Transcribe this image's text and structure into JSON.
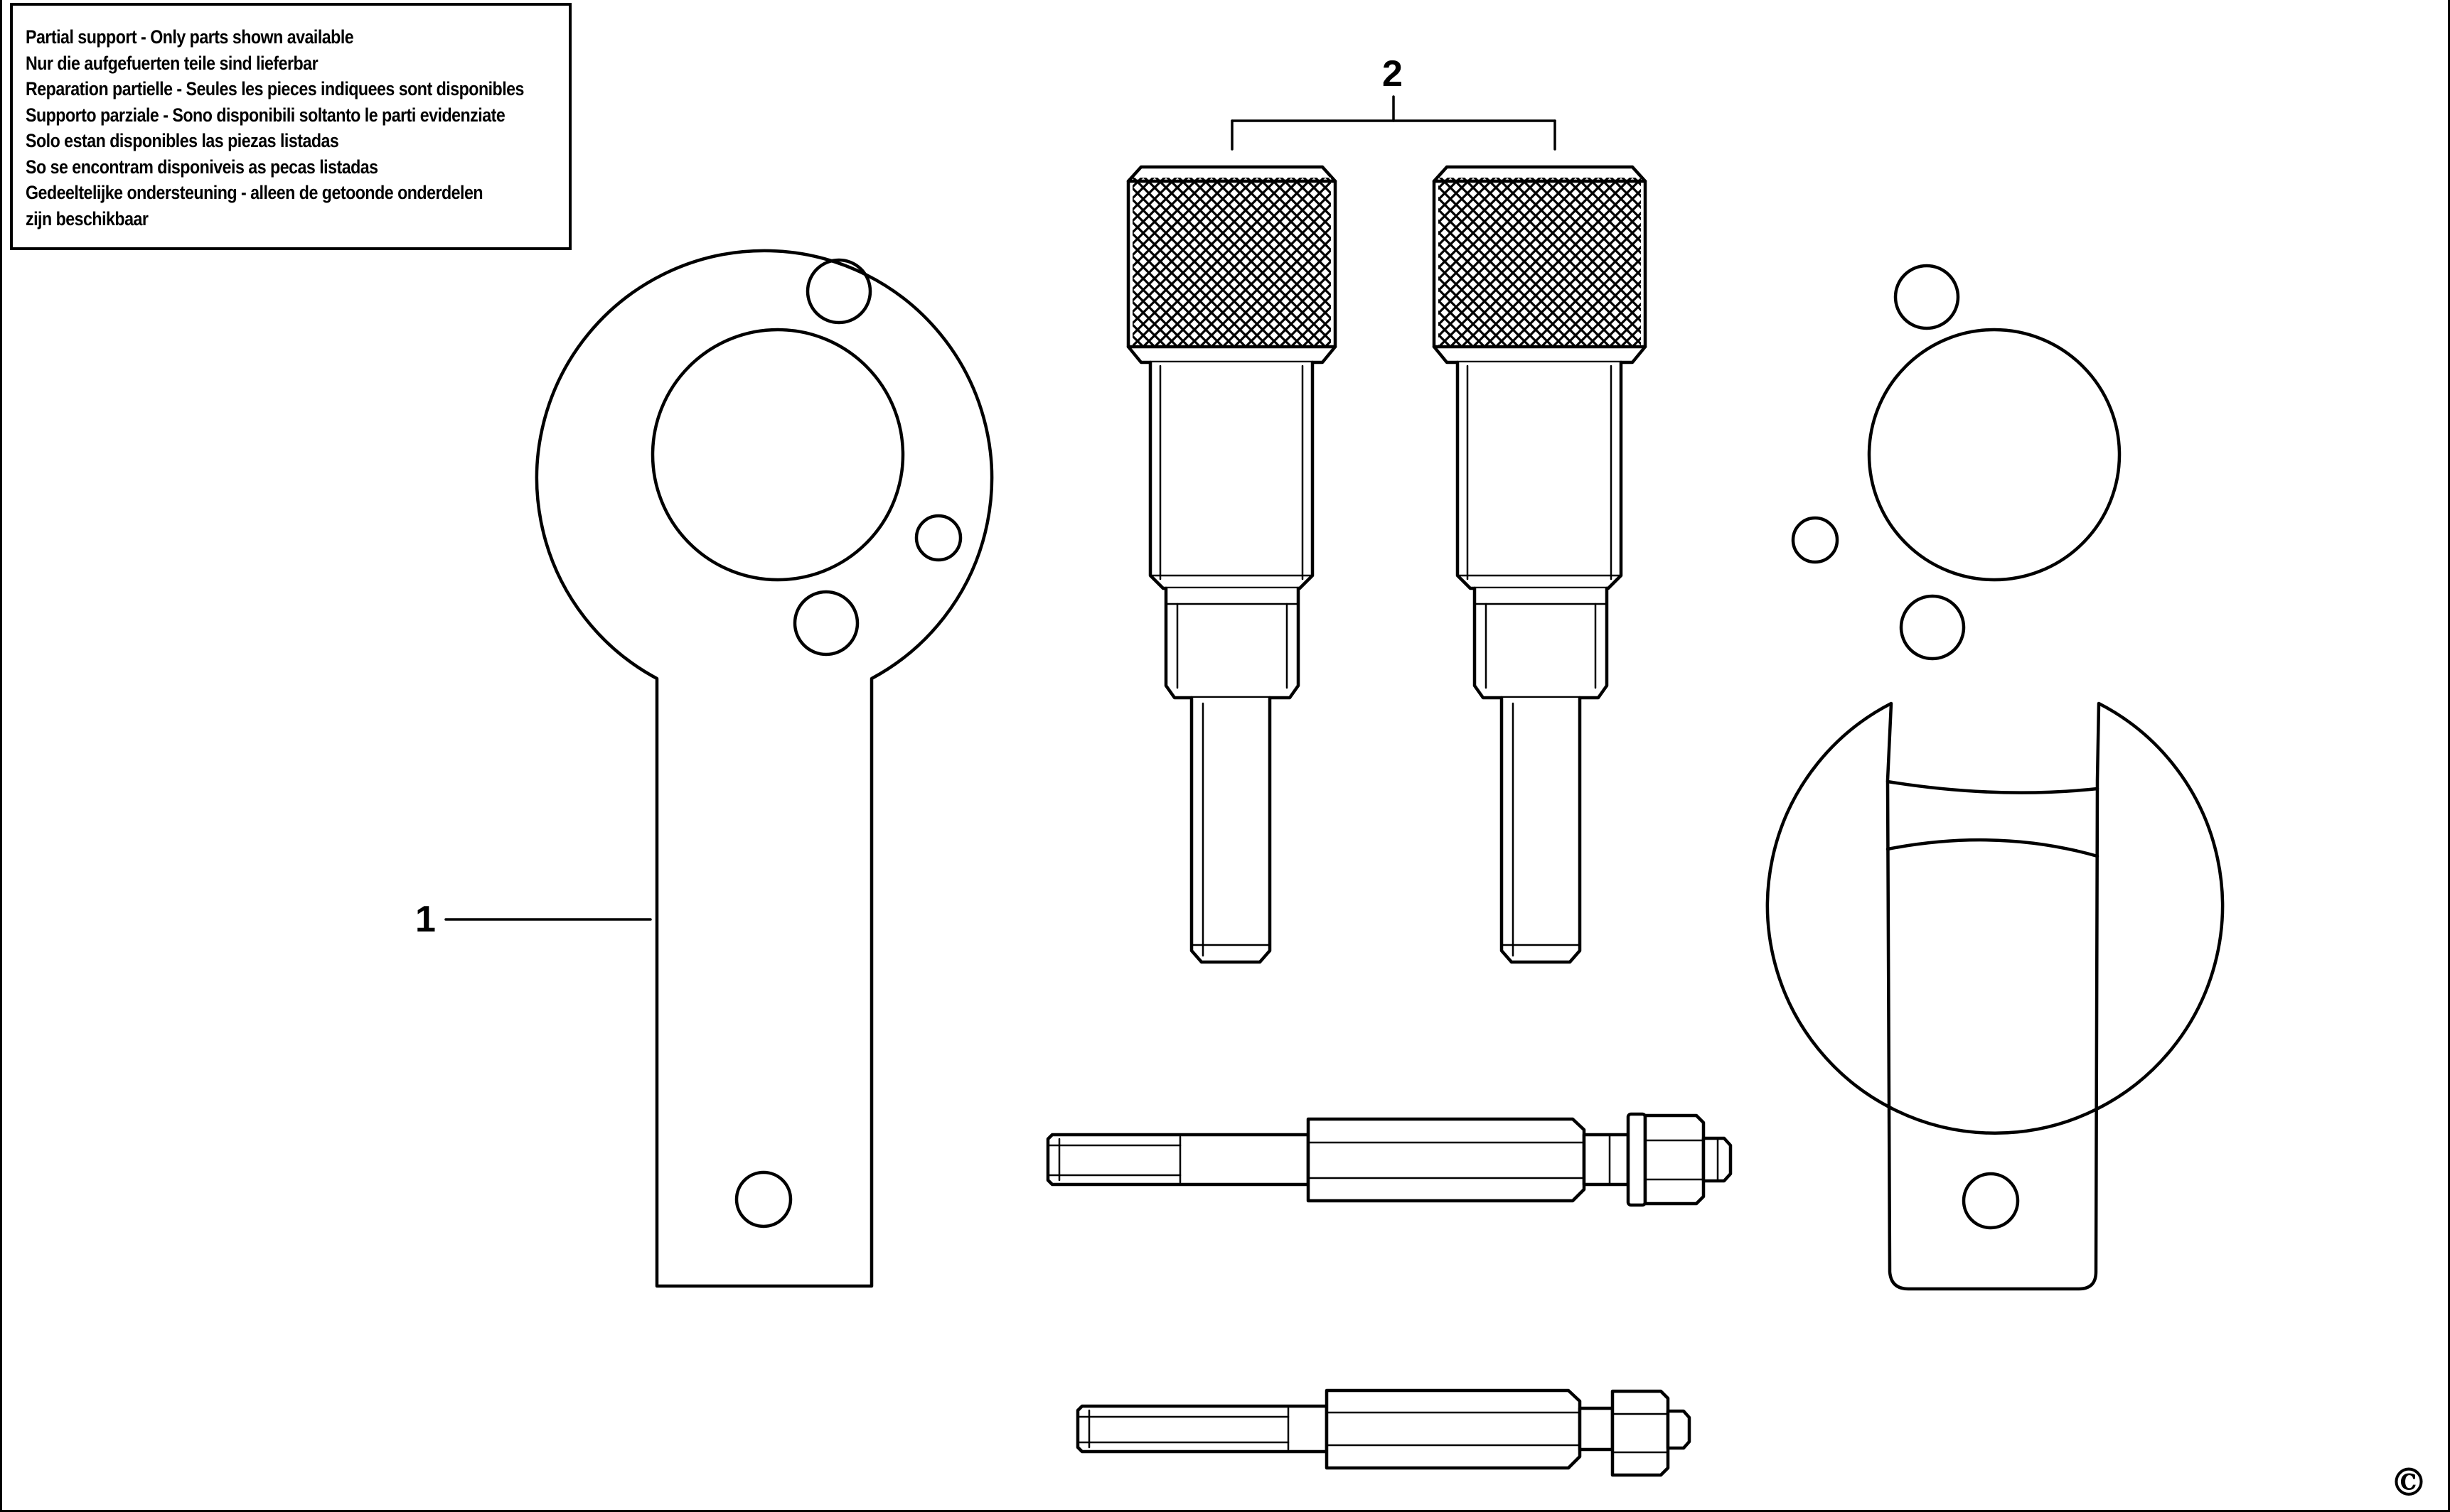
{
  "note": {
    "lines": [
      "Partial support - Only parts shown available",
      "Nur die aufgefuerten teile sind lieferbar",
      "Reparation partielle - Seules les pieces indiquees sont disponibles",
      "Supporto parziale - Sono disponibili soltanto le parti evidenziate",
      "Solo estan disponibles las piezas listadas",
      "So se encontram disponiveis as pecas listadas",
      "Gedeeltelijke ondersteuning - alleen de getoonde onderdelen",
      "zijn beschikbaar"
    ]
  },
  "callouts": {
    "part_1": "1",
    "part_2": "2"
  },
  "copyright_mark": "©"
}
